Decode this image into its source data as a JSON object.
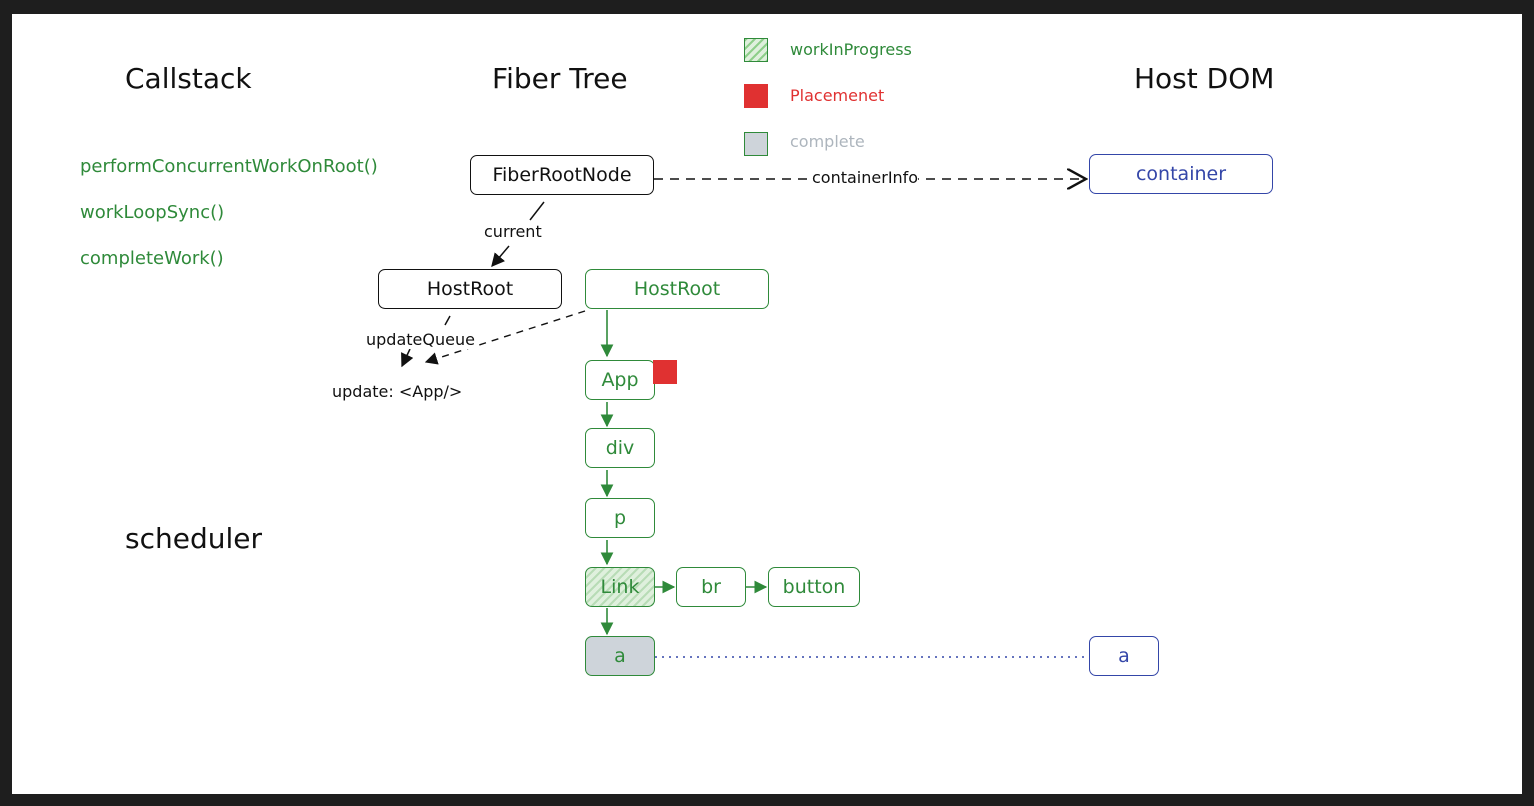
{
  "headings": {
    "callstack": "Callstack",
    "fiber_tree": "Fiber Tree",
    "host_dom": "Host DOM",
    "scheduler": "scheduler"
  },
  "callstack": {
    "items": [
      "performConcurrentWorkOnRoot()",
      "workLoopSync()",
      "completeWork()"
    ]
  },
  "legend": {
    "work_in_progress": {
      "label": "workInProgress",
      "color": "#2f8a3a"
    },
    "placement": {
      "label": "Placemenet",
      "color": "#e03131"
    },
    "complete": {
      "label": "complete",
      "color": "#adb5bd"
    }
  },
  "nodes": {
    "fiber_root_node": "FiberRootNode",
    "host_root_current": "HostRoot",
    "host_root_wip": "HostRoot",
    "app": "App",
    "div": "div",
    "p": "p",
    "link": "Link",
    "br": "br",
    "button": "button",
    "a": "a",
    "container": "container",
    "dom_a": "a"
  },
  "edge_labels": {
    "container_info": "containerInfo",
    "current": "current",
    "update_queue": "updateQueue",
    "update": "update: <App/>"
  },
  "colors": {
    "green": "#2f8a3a",
    "blue": "#3446a8",
    "red": "#e03131",
    "gray": "#ced4da"
  }
}
